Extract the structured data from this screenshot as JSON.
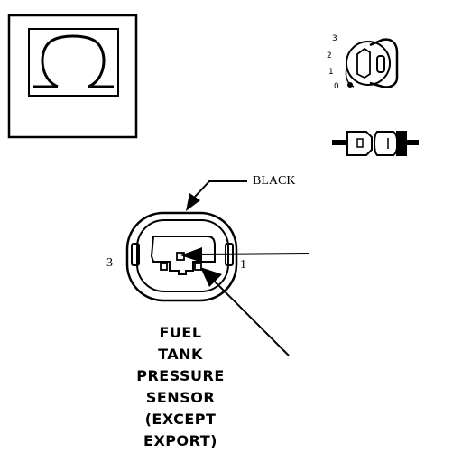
{
  "meter_symbol": "ohm-icon",
  "key_switch": {
    "positions": [
      "3",
      "2",
      "1",
      "0"
    ]
  },
  "callouts": {
    "wire_color": "BLACK",
    "pin_left": "3",
    "pin_right": "1"
  },
  "caption": {
    "lines": [
      "FUEL",
      "TANK",
      "PRESSURE",
      "SENSOR",
      "(EXCEPT",
      "EXPORT)"
    ]
  }
}
